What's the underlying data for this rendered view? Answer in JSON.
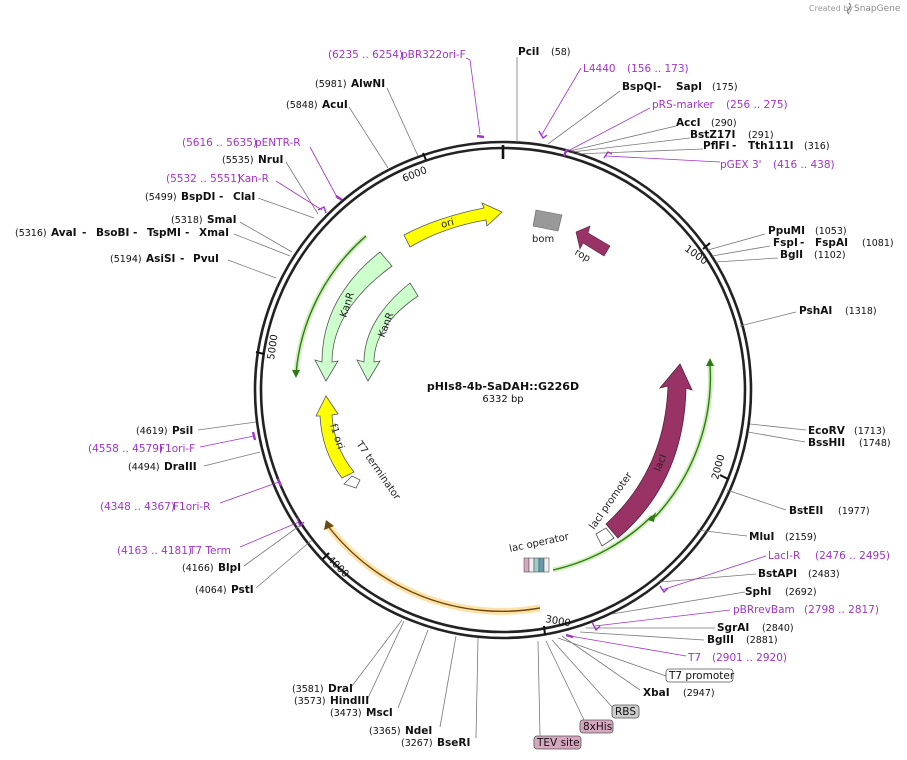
{
  "credit": {
    "created_by": "Created by",
    "brand": "SnapGene"
  },
  "plasmid": {
    "name": "pHIs8-4b-SaDAH::G226D",
    "size_label": "6332 bp"
  },
  "ticks": [
    "1000",
    "2000",
    "3000",
    "4000",
    "5000",
    "6000"
  ],
  "sites": [
    {
      "name": "PciI",
      "pos": "(58)"
    },
    {
      "name": "BspQI",
      "sep": " - ",
      "name2": "SapI",
      "pos": "(175)"
    },
    {
      "name": "AccI",
      "pos": "(290)"
    },
    {
      "name": "BstZ17I",
      "pos": "(291)"
    },
    {
      "name": "PflFI",
      "sep": " - ",
      "name2": "Tth111I",
      "pos": "(316)"
    },
    {
      "name": "PpuMI",
      "pos": "(1053)"
    },
    {
      "name": "FspI",
      "sep": " - ",
      "name2": "FspAI",
      "pos": "(1081)"
    },
    {
      "name": "BglI",
      "pos": "(1102)"
    },
    {
      "name": "PshAI",
      "pos": "(1318)"
    },
    {
      "name": "EcoRV",
      "pos": "(1713)"
    },
    {
      "name": "BssHII",
      "pos": "(1748)"
    },
    {
      "name": "BstEII",
      "pos": "(1977)"
    },
    {
      "name": "MluI",
      "pos": "(2159)"
    },
    {
      "name": "BstAPI",
      "pos": "(2483)"
    },
    {
      "name": "SphI",
      "pos": "(2692)"
    },
    {
      "name": "SgrAI",
      "pos": "(2840)"
    },
    {
      "name": "BglII",
      "pos": "(2881)"
    },
    {
      "name": "XbaI",
      "pos": "(2947)"
    },
    {
      "name": "AlwNI",
      "pos": "(5981)"
    },
    {
      "name": "AcuI",
      "pos": "(5848)"
    },
    {
      "name": "NruI",
      "pos": "(5535)"
    },
    {
      "name": "BspDI",
      "sep": " - ",
      "name2": "ClaI",
      "pos": "(5499)"
    },
    {
      "name": "SmaI",
      "pos": "(5318)"
    },
    {
      "name": "AvaI",
      "sep": " - ",
      "name2": "BsoBI",
      "sep2": " - ",
      "name3": "TspMI",
      "sep3": " - ",
      "name4": "XmaI",
      "pos": "(5316)"
    },
    {
      "name": "AsiSI",
      "sep": " - ",
      "name2": "PvuI",
      "pos": "(5194)"
    },
    {
      "name": "PsiI",
      "pos": "(4619)"
    },
    {
      "name": "DraIII",
      "pos": "(4494)"
    },
    {
      "name": "BlpI",
      "pos": "(4166)"
    },
    {
      "name": "PstI",
      "pos": "(4064)"
    },
    {
      "name": "DraI",
      "pos": "(3581)"
    },
    {
      "name": "HindIII",
      "pos": "(3573)"
    },
    {
      "name": "MscI",
      "pos": "(3473)"
    },
    {
      "name": "NdeI",
      "pos": "(3365)"
    },
    {
      "name": "BseRI",
      "pos": "(3267)"
    }
  ],
  "primers": [
    {
      "name": "pBR322ori-F",
      "range": "(6235 .. 6254)"
    },
    {
      "name": "L4440",
      "range": "(156 .. 173)"
    },
    {
      "name": "pRS-marker",
      "range": "(256 .. 275)"
    },
    {
      "name": "pGEX 3'",
      "range": "(416 .. 438)"
    },
    {
      "name": "pENTR-R",
      "range": "(5616 .. 5635)"
    },
    {
      "name": "Kan-R",
      "range": "(5532 .. 5551)"
    },
    {
      "name": "F1ori-F",
      "range": "(4558 .. 4579)"
    },
    {
      "name": "F1ori-R",
      "range": "(4348 .. 4367)"
    },
    {
      "name": "T7 Term",
      "range": "(4163 .. 4181)"
    },
    {
      "name": "LacI-R",
      "range": "(2476 .. 2495)"
    },
    {
      "name": "pBRrevBam",
      "range": "(2798 .. 2817)"
    },
    {
      "name": "T7",
      "range": "(2901 .. 2920)"
    }
  ],
  "boxed": [
    {
      "text": "T7 promoter"
    },
    {
      "text": "RBS"
    },
    {
      "text": "8xHis"
    },
    {
      "text": "TEV site"
    }
  ],
  "features": {
    "ori": "ori",
    "bom": "bom",
    "rop": "rop",
    "kanr_1": "KanR",
    "kanr_2": "KanR",
    "f1ori": "f1 ori",
    "t7term": "T7 terminator",
    "laci": "lacI",
    "laci_promoter": "lacI promoter",
    "lac_operator": "lac operator"
  },
  "colors": {
    "primer": "#a034c8",
    "ori": "#ffff00",
    "kanr": "#ccffcc",
    "laci": "#993366",
    "rop": "#993366",
    "bom": "#999999",
    "insert_orange": "#f5a623",
    "green": "#88cc44"
  }
}
